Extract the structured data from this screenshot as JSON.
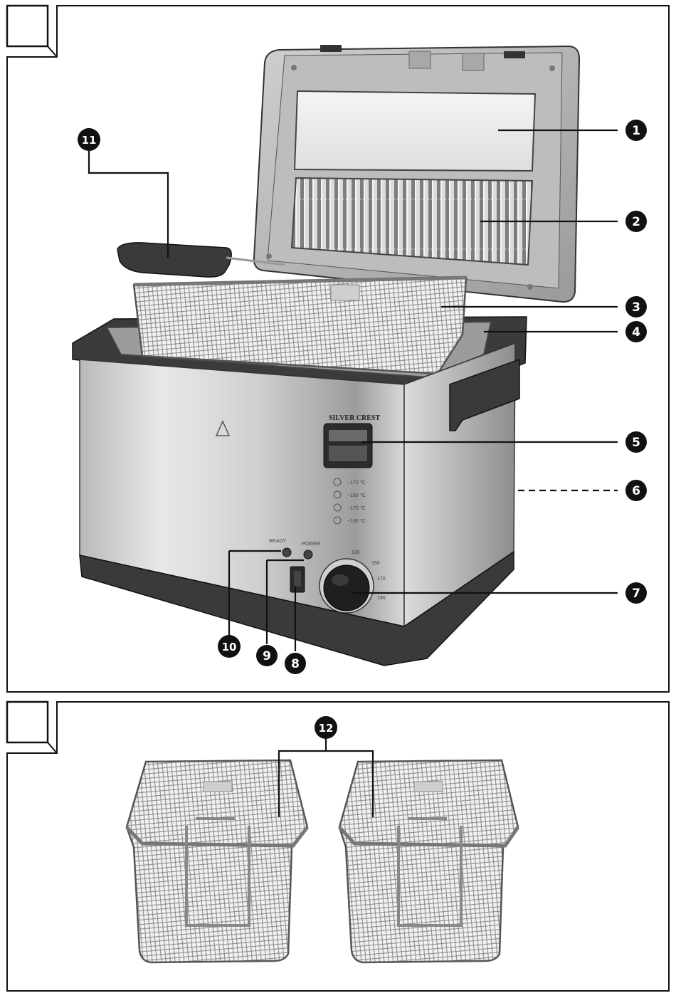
{
  "figure": {
    "panel_a": {
      "brand_label": "SILVER CREST",
      "temperature_marks": [
        "~170 °C",
        "~180 °C",
        "~170 °C",
        "~190 °C"
      ],
      "dial_marks": [
        "130",
        "150",
        "170",
        "190"
      ],
      "lamp_labels": [
        "READY",
        "POWER"
      ],
      "callouts": [
        "1",
        "2",
        "3",
        "4",
        "5",
        "6",
        "7",
        "8",
        "9",
        "10",
        "11"
      ]
    },
    "panel_b": {
      "callouts": [
        "12"
      ]
    }
  }
}
